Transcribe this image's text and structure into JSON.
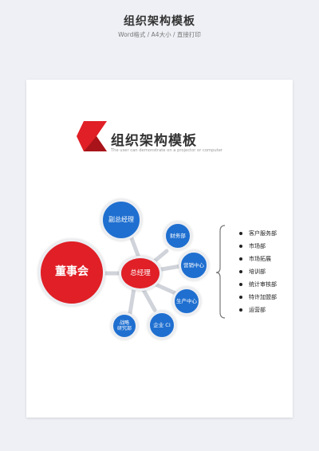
{
  "header": {
    "title": "组织架构模板",
    "subtitle": "Word格式 / A4大小 / 直接打印"
  },
  "document": {
    "title": "组织架构模板",
    "subtitle": "The user can demonstrate on a projector or computer"
  },
  "org": {
    "board": "董事会",
    "ceo": "总经理",
    "vp": "副总经理",
    "finance": "财务部",
    "marketing": "营销中心",
    "production": "生产中心",
    "enterprise": "企业 CI",
    "strategy_line1": "战略",
    "strategy_line2": "研究部"
  },
  "departments": [
    "客户服务部",
    "市场部",
    "市场拓展",
    "培训部",
    "统计审核部",
    "特许加盟部",
    "运营部"
  ],
  "colors": {
    "red": "#e01f26",
    "blue": "#1f6fd0",
    "connector": "#d0d3da"
  }
}
